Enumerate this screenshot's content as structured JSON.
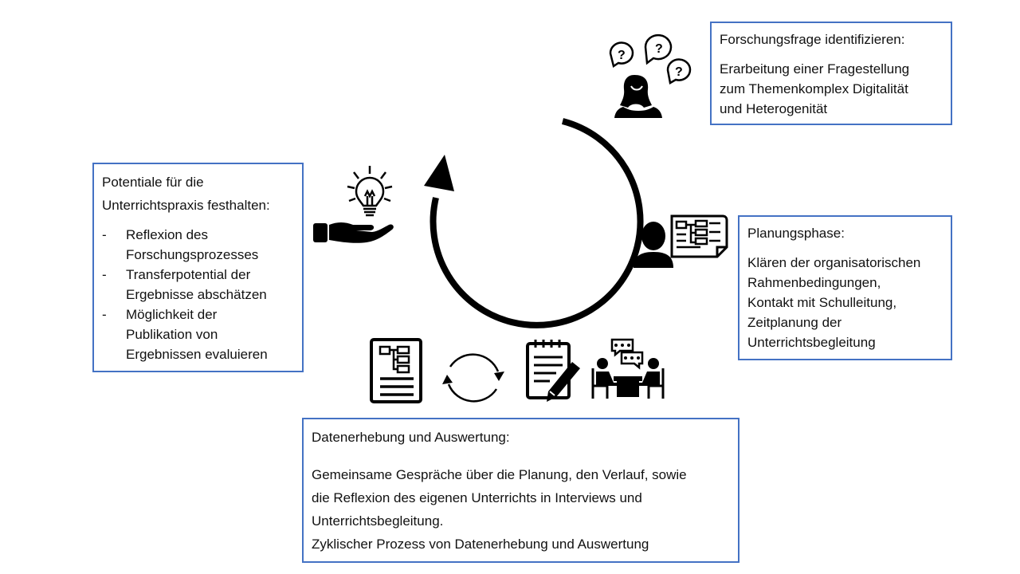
{
  "boxes": {
    "forschung": {
      "title": "Forschungsfrage identifizieren:",
      "lines": [
        "Erarbeitung einer Fragestellung",
        "zum Themenkomplex Digitalität",
        "und Heterogenität"
      ]
    },
    "planung": {
      "title": "Planungsphase:",
      "lines": [
        "Klären der organisatorischen",
        "Rahmenbedingungen,",
        "Kontakt mit Schulleitung,",
        "Zeitplanung der",
        "Unterrichtsbegleitung"
      ]
    },
    "daten": {
      "title": "Datenerhebung und Auswertung:",
      "lines": [
        "Gemeinsame Gespräche über die Planung, den Verlauf, sowie",
        "die Reflexion des eigenen Unterrichts in Interviews und",
        "Unterrichtsbegleitung.",
        "Zyklischer Prozess von Datenerhebung und Auswertung"
      ]
    },
    "potentiale": {
      "title_lines": [
        "Potentiale für die",
        "Unterrichtspraxis  festhalten:"
      ],
      "items": [
        [
          "Reflexion des",
          "Forschungsprozesses"
        ],
        [
          "Transferpotential der",
          "Ergebnisse abschätzen"
        ],
        [
          "Möglichkeit der",
          "Publikation von",
          "Ergebnissen evaluieren"
        ]
      ]
    }
  },
  "icons": {
    "person_questions": "person-with-question-bubbles-icon",
    "person_plan": "person-with-plan-icon",
    "lightbulb_hand": "lightbulb-hand-icon",
    "document": "document-icon",
    "cycle": "cycle-arrows-icon",
    "notepad": "notepad-pencil-icon",
    "meeting": "meeting-icon"
  },
  "colors": {
    "box_border": "#4472c4",
    "icon": "#111111"
  }
}
